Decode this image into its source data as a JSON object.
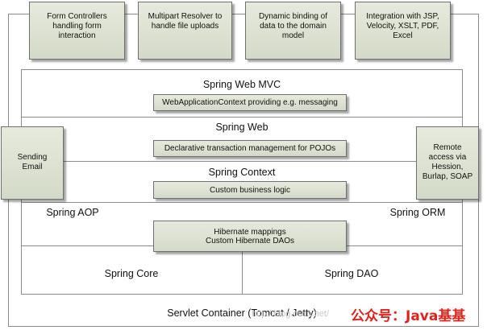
{
  "top_boxes": [
    "Form Controllers handling form interaction",
    "Multipart Resolver to handle file uploads",
    "Dynamic binding of data to the domain model",
    "Integration with JSP, Velocity, XSLT, PDF, Excel"
  ],
  "modules": {
    "web_mvc": "Spring Web MVC",
    "web": "Spring Web",
    "context": "Spring Context",
    "aop": "Spring AOP",
    "orm": "Spring ORM",
    "core": "Spring Core",
    "dao": "Spring DAO"
  },
  "strips": {
    "web_app_context": "WebApplicationContext providing e.g. messaging",
    "declarative_tx": "Declarative transaction management for POJOs",
    "business_logic": "Custom business logic",
    "hibernate_line1": "Hibernate mappings",
    "hibernate_line2": "Custom Hibernate DAOs"
  },
  "side_boxes": {
    "email": "Sending Email",
    "remote": "Remote access via Hession, Burlap, SOAP"
  },
  "container_label": "Servlet Container (Tomcat / Jetty)",
  "watermark": "http://blog.csdn.net/",
  "brand": "公众号：Java基基"
}
